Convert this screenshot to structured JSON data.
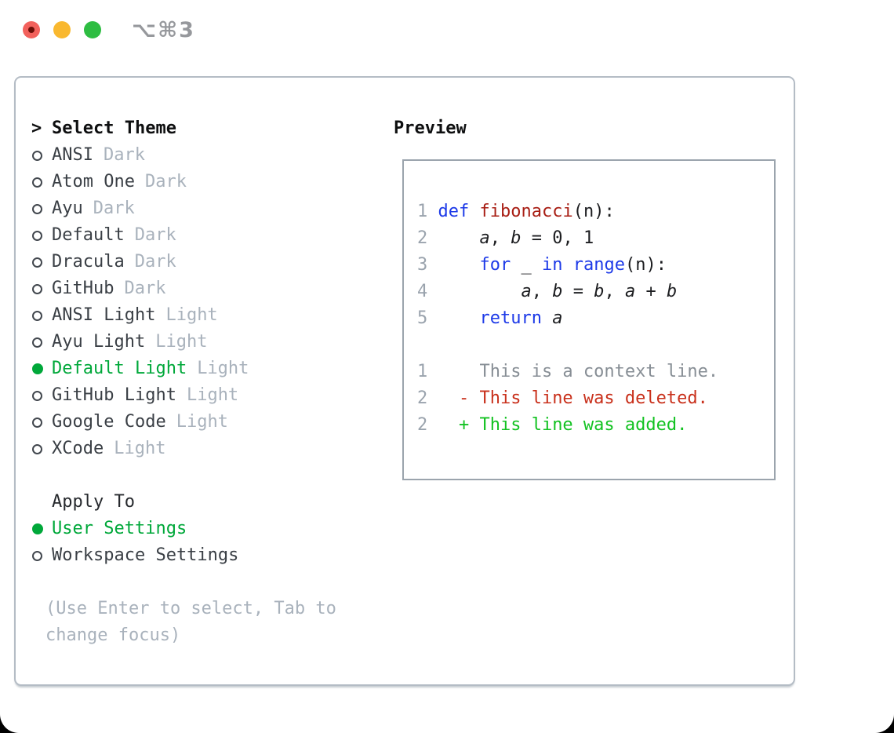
{
  "window": {
    "shortcut_label": "⌥⌘3",
    "traffic_lights": [
      "close",
      "minimize",
      "zoom"
    ]
  },
  "theme_panel": {
    "header": {
      "prefix": ">",
      "label": "Select Theme"
    },
    "themes": [
      {
        "name": "ANSI",
        "variant": "Dark",
        "selected": false
      },
      {
        "name": "Atom One",
        "variant": "Dark",
        "selected": false
      },
      {
        "name": "Ayu",
        "variant": "Dark",
        "selected": false
      },
      {
        "name": "Default",
        "variant": "Dark",
        "selected": false
      },
      {
        "name": "Dracula",
        "variant": "Dark",
        "selected": false
      },
      {
        "name": "GitHub",
        "variant": "Dark",
        "selected": false
      },
      {
        "name": "ANSI Light",
        "variant": "Light",
        "selected": false
      },
      {
        "name": "Ayu Light",
        "variant": "Light",
        "selected": false
      },
      {
        "name": "Default Light",
        "variant": "Light",
        "selected": true
      },
      {
        "name": "GitHub Light",
        "variant": "Light",
        "selected": false
      },
      {
        "name": "Google Code",
        "variant": "Light",
        "selected": false
      },
      {
        "name": "XCode",
        "variant": "Light",
        "selected": false
      }
    ],
    "apply_to": {
      "label": "Apply To",
      "options": [
        {
          "name": "User Settings",
          "selected": true
        },
        {
          "name": "Workspace Settings",
          "selected": false
        }
      ]
    },
    "hint": "(Use Enter to select, Tab to change focus)"
  },
  "preview": {
    "label": "Preview",
    "code_lines": [
      {
        "num": "1",
        "tokens": [
          {
            "t": "def",
            "c": "kw"
          },
          {
            "t": " ",
            "c": "plain"
          },
          {
            "t": "fibonacci",
            "c": "fn"
          },
          {
            "t": "(n):",
            "c": "plain"
          }
        ]
      },
      {
        "num": "2",
        "tokens": [
          {
            "t": "    ",
            "c": "plain"
          },
          {
            "t": "a",
            "c": "var"
          },
          {
            "t": ", ",
            "c": "plain"
          },
          {
            "t": "b",
            "c": "var"
          },
          {
            "t": " = 0, 1",
            "c": "plain"
          }
        ]
      },
      {
        "num": "3",
        "tokens": [
          {
            "t": "    ",
            "c": "plain"
          },
          {
            "t": "for",
            "c": "kw"
          },
          {
            "t": " _ ",
            "c": "plain"
          },
          {
            "t": "in",
            "c": "kw"
          },
          {
            "t": " ",
            "c": "plain"
          },
          {
            "t": "range",
            "c": "kw"
          },
          {
            "t": "(n):",
            "c": "plain"
          }
        ]
      },
      {
        "num": "4",
        "tokens": [
          {
            "t": "        ",
            "c": "plain"
          },
          {
            "t": "a",
            "c": "var"
          },
          {
            "t": ", ",
            "c": "plain"
          },
          {
            "t": "b",
            "c": "var"
          },
          {
            "t": " = ",
            "c": "plain"
          },
          {
            "t": "b",
            "c": "var"
          },
          {
            "t": ", ",
            "c": "plain"
          },
          {
            "t": "a",
            "c": "var"
          },
          {
            "t": " + ",
            "c": "plain"
          },
          {
            "t": "b",
            "c": "var"
          }
        ]
      },
      {
        "num": "5",
        "tokens": [
          {
            "t": "    ",
            "c": "plain"
          },
          {
            "t": "return",
            "c": "kw"
          },
          {
            "t": " ",
            "c": "plain"
          },
          {
            "t": "a",
            "c": "var"
          }
        ]
      }
    ],
    "diff_lines": [
      {
        "num": "1",
        "text": "     This is a context line.",
        "type": "context"
      },
      {
        "num": "2",
        "text": "   - This line was deleted.",
        "type": "deleted"
      },
      {
        "num": "2",
        "text": "   + This line was added.",
        "type": "added"
      }
    ]
  },
  "colors": {
    "selection_green": "#00a83a",
    "added_green": "#12c221",
    "deleted_red": "#c9311c",
    "keyword_blue": "#1d3ae8",
    "function_red": "#a81e14",
    "muted_gray": "#a9b2bc",
    "line_number_gray": "#9aa3ad",
    "panel_border": "#b4bcc5",
    "preview_border": "#9ba4ad",
    "traffic_red": "#f2615c",
    "traffic_yellow": "#f9b82f",
    "traffic_green": "#2ebd42"
  }
}
